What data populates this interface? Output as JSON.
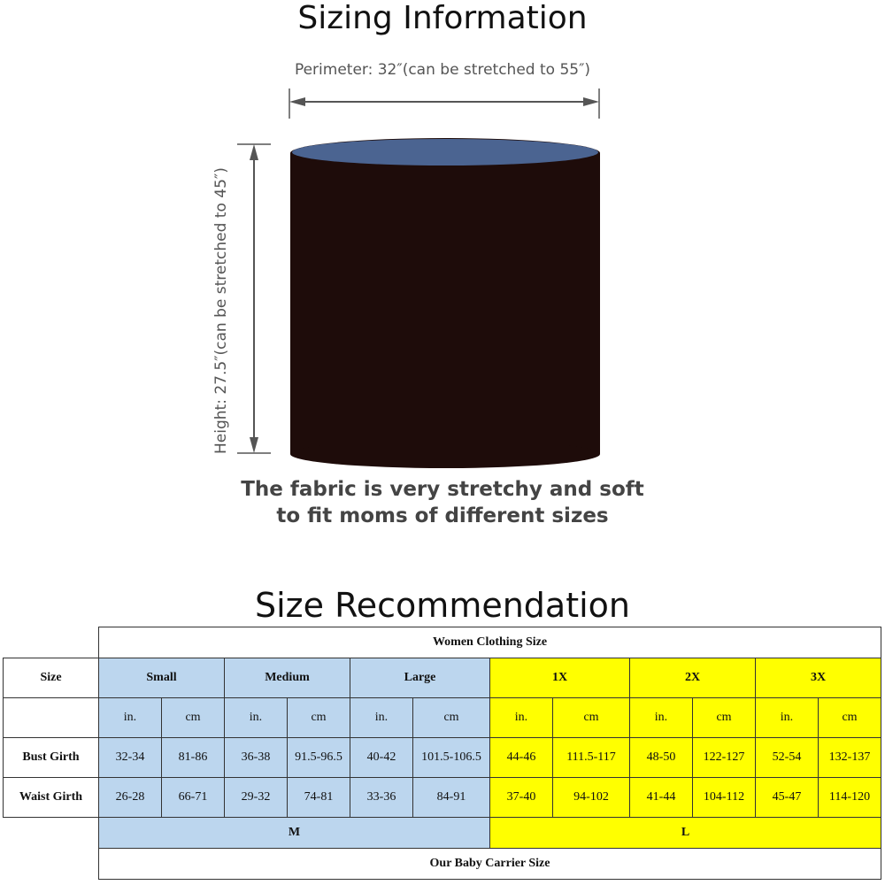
{
  "sizing": {
    "title": "Sizing Information",
    "perimeter_label": "Perimeter: 32″(can be stretched to 55″)",
    "height_label": "Height: 27.5″(can be stretched to 45″)",
    "note_line1": "The fabric is very stretchy and soft",
    "note_line2": "to fit moms of different sizes",
    "colors": {
      "tube_body": "#1e0c0a",
      "tube_top": "#4b6491"
    }
  },
  "recommendation": {
    "title": "Size Recommendation",
    "table": {
      "header_women": "Women Clothing Size",
      "size_label": "Size",
      "sizes": [
        "Small",
        "Medium",
        "Large",
        "1X",
        "2X",
        "3X"
      ],
      "units": [
        "in.",
        "cm",
        "in.",
        "cm",
        "in.",
        "cm",
        "in.",
        "cm",
        "in.",
        "cm",
        "in.",
        "cm"
      ],
      "rows": [
        {
          "label": "Bust Girth",
          "values": [
            "32-34",
            "81-86",
            "36-38",
            "91.5-96.5",
            "40-42",
            "101.5-106.5",
            "44-46",
            "111.5-117",
            "48-50",
            "122-127",
            "52-54",
            "132-137"
          ]
        },
        {
          "label": "Waist Girth",
          "values": [
            "26-28",
            "66-71",
            "29-32",
            "74-81",
            "33-36",
            "84-91",
            "37-40",
            "94-102",
            "41-44",
            "104-112",
            "45-47",
            "114-120"
          ]
        }
      ],
      "carrier_sizes": [
        "M",
        "L"
      ],
      "footer": "Our Baby Carrier Size",
      "colors": {
        "blue": "#bcd6ee",
        "yellow": "#ffff00"
      }
    }
  }
}
